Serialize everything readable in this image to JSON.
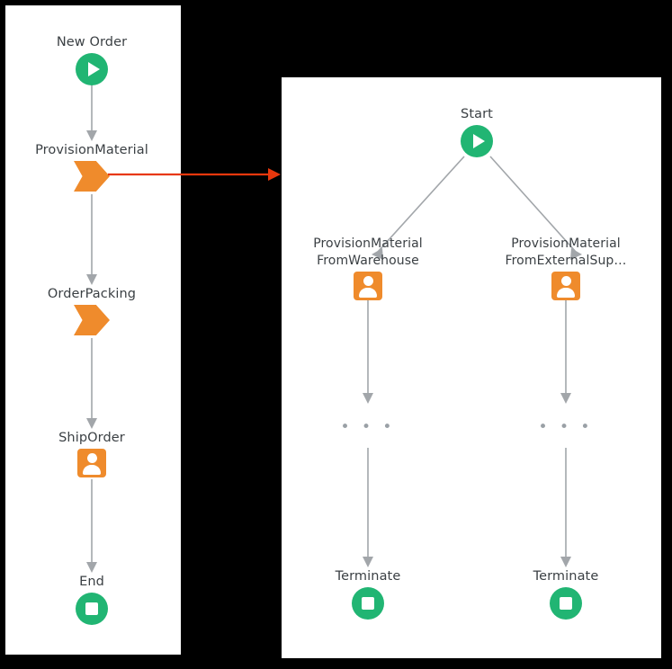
{
  "canvas": {
    "background_color": "#000000",
    "panel_background": "#ffffff"
  },
  "colors": {
    "start_green": "#21b573",
    "end_green": "#21b573",
    "task_orange": "#ef8b2c",
    "connector_gray": "#a2a6aa",
    "highlight_red": "#e8380d",
    "label_text": "#3b4044",
    "ellipsis_gray": "#9aa0a6"
  },
  "left_panel": {
    "name": "main-order-process",
    "nodes": [
      {
        "id": "new-order",
        "label": "New Order",
        "icon": "start-play-icon"
      },
      {
        "id": "provision-material",
        "label": "ProvisionMaterial",
        "icon": "subprocess-chevron-icon"
      },
      {
        "id": "order-packing",
        "label": "OrderPacking",
        "icon": "subprocess-chevron-icon"
      },
      {
        "id": "ship-order",
        "label": "ShipOrder",
        "icon": "user-task-icon"
      },
      {
        "id": "end",
        "label": "End",
        "icon": "end-stop-icon"
      }
    ]
  },
  "right_panel": {
    "name": "provision-material-subprocess",
    "nodes": [
      {
        "id": "start",
        "label": "Start",
        "icon": "start-play-icon"
      },
      {
        "id": "branch-warehouse",
        "label": "ProvisionMaterial\nFromWarehouse",
        "icon": "user-task-icon"
      },
      {
        "id": "branch-external",
        "label": "ProvisionMaterial\nFromExternalSup…",
        "icon": "user-task-icon"
      },
      {
        "id": "ellipsis-warehouse",
        "label": "• • •",
        "icon": "ellipsis-icon"
      },
      {
        "id": "ellipsis-external",
        "label": "• • •",
        "icon": "ellipsis-icon"
      },
      {
        "id": "terminate-warehouse",
        "label": "Terminate",
        "icon": "end-stop-icon"
      },
      {
        "id": "terminate-external",
        "label": "Terminate",
        "icon": "end-stop-icon"
      }
    ]
  },
  "highlight_link": {
    "name": "provision-material-drilldown-arrow",
    "from": "provision-material",
    "to": "provision-material-subprocess",
    "color": "#e8380d"
  }
}
